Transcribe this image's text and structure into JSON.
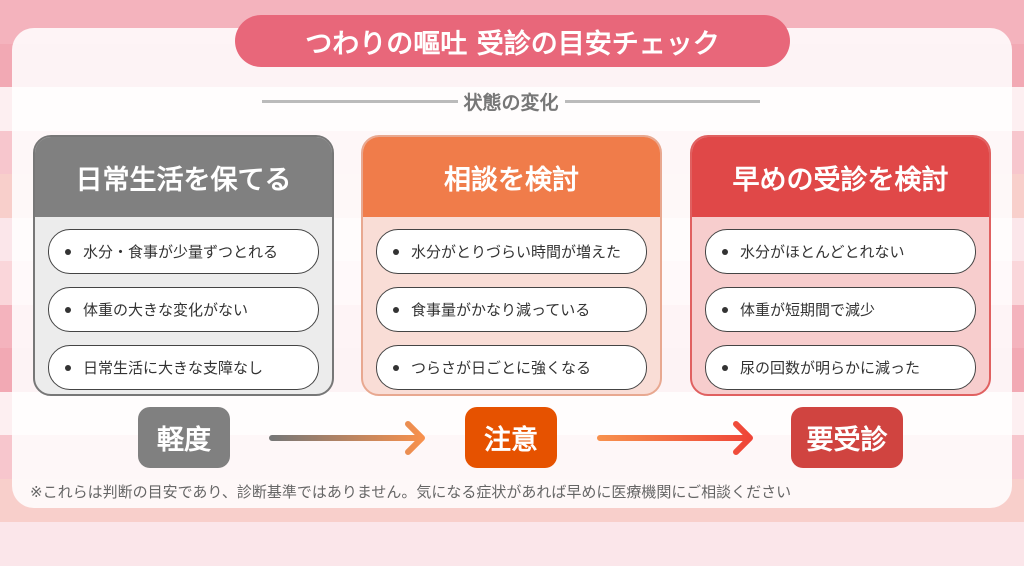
{
  "title": "つわりの嘔吐 受診の目安チェック",
  "subtitle": "状態の変化",
  "colors": {
    "title": "#e8677a",
    "gray": "#808080",
    "orange": "#f07c4a",
    "red": "#e04848",
    "badge_orange": "#e65200",
    "badge_red": "#d04440"
  },
  "columns": [
    {
      "heading": "日常生活を保てる",
      "items": [
        "水分・食事が少量ずつとれる",
        "体重の大きな変化がない",
        "日常生活に大きな支障なし"
      ]
    },
    {
      "heading": "相談を検討",
      "items": [
        "水分がとりづらい時間が増えた",
        "食事量がかなり減っている",
        "つらさが日ごとに強くなる"
      ]
    },
    {
      "heading": "早めの受診を検討",
      "items": [
        "水分がほとんどとれない",
        "体重が短期間で減少",
        "尿の回数が明らかに減った"
      ]
    }
  ],
  "levels": [
    "軽度",
    "注意",
    "要受診"
  ],
  "note": "※これらは判断の目安であり、診断基準ではありません。気になる症状があれば早めに医療機関にご相談ください"
}
